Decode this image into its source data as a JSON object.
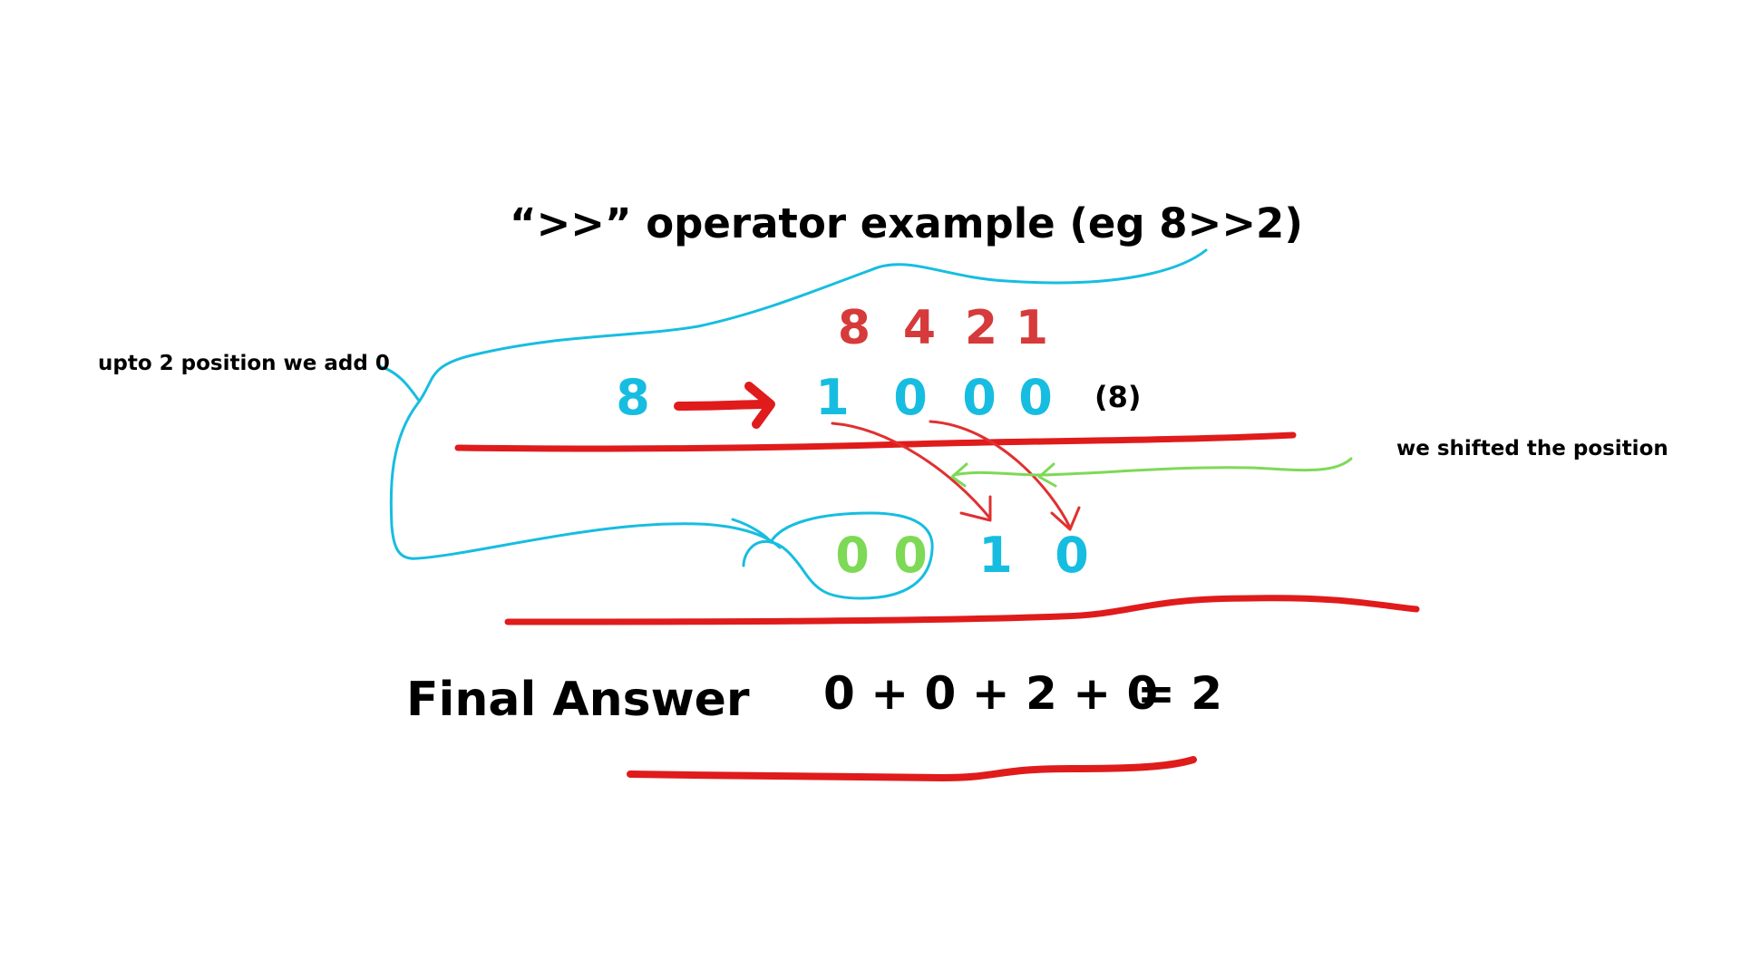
{
  "title": "“>>” operator example (eg 8>>2)",
  "annotations": {
    "left_note": "upto 2 position we add 0",
    "right_note": "we shifted the position",
    "decimal_label": "(8)"
  },
  "source_number": "8",
  "bit_weights": [
    "8",
    "4",
    "2",
    "1"
  ],
  "original_bits": [
    "1",
    "0",
    "0",
    "0"
  ],
  "result_bits": [
    "0",
    "0",
    "1",
    "0"
  ],
  "final": {
    "label": "Final Answer",
    "expression": "0 + 0 + 2 + 0",
    "result": "= 2"
  },
  "colors": {
    "weights": "#d63a3a",
    "bits": "#17bde0",
    "added_zeros": "#7ed957",
    "underline": "#e01b1b",
    "text": "#000000",
    "bracket": "#17bde0",
    "shift_arrow": "#e03030",
    "green_arrow": "#7ed957"
  }
}
